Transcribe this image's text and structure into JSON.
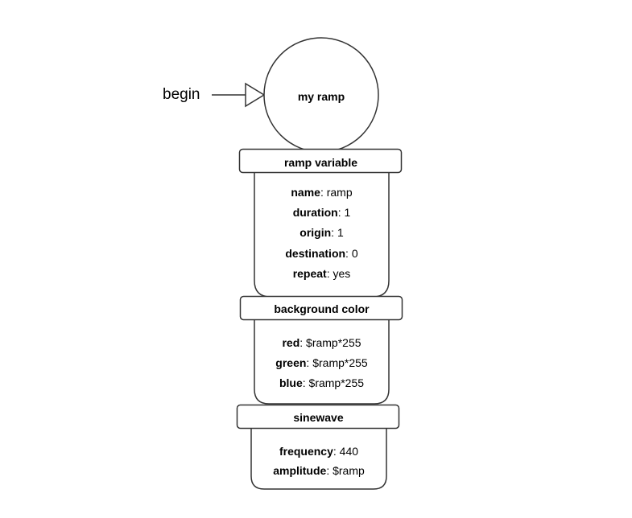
{
  "entry": {
    "label": "begin"
  },
  "node": {
    "title": "my ramp"
  },
  "sections": [
    {
      "header": "ramp variable",
      "props": [
        {
          "key": "name",
          "value": "ramp"
        },
        {
          "key": "duration",
          "value": "1"
        },
        {
          "key": "origin",
          "value": "1"
        },
        {
          "key": "destination",
          "value": "0"
        },
        {
          "key": "repeat",
          "value": "yes"
        }
      ]
    },
    {
      "header": "background color",
      "props": [
        {
          "key": "red",
          "value": "$ramp*255"
        },
        {
          "key": "green",
          "value": "$ramp*255"
        },
        {
          "key": "blue",
          "value": "$ramp*255"
        }
      ]
    },
    {
      "header": "sinewave",
      "props": [
        {
          "key": "frequency",
          "value": "440"
        },
        {
          "key": "amplitude",
          "value": "$ramp"
        }
      ]
    }
  ]
}
